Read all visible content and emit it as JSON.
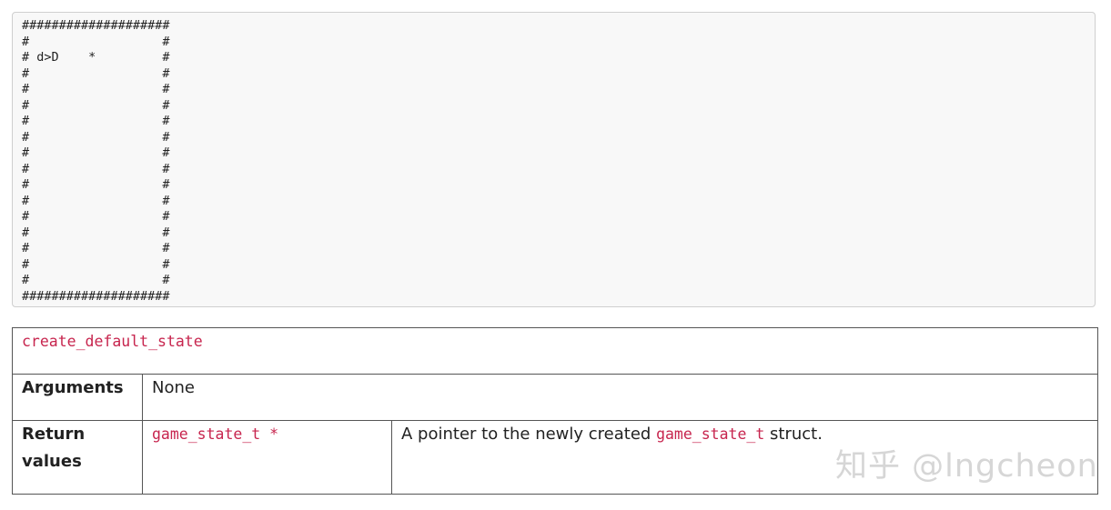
{
  "code_block": {
    "text": "####################\n#                  #\n# d>D    *         #\n#                  #\n#                  #\n#                  #\n#                  #\n#                  #\n#                  #\n#                  #\n#                  #\n#                  #\n#                  #\n#                  #\n#                  #\n#                  #\n#                  #\n####################"
  },
  "api_table": {
    "function_name": "create_default_state",
    "arguments_label": "Arguments",
    "arguments_value": "None",
    "return_label": "Return values",
    "return_type": "game_state_t *",
    "return_desc_prefix": "A pointer to the newly created ",
    "return_desc_code": "game_state_t",
    "return_desc_suffix": " struct."
  },
  "watermark": {
    "text": "知乎 @lngcheon"
  },
  "colors": {
    "code_background": "#f8f8f8",
    "inline_code": "#c7254e",
    "border": "#555555"
  }
}
